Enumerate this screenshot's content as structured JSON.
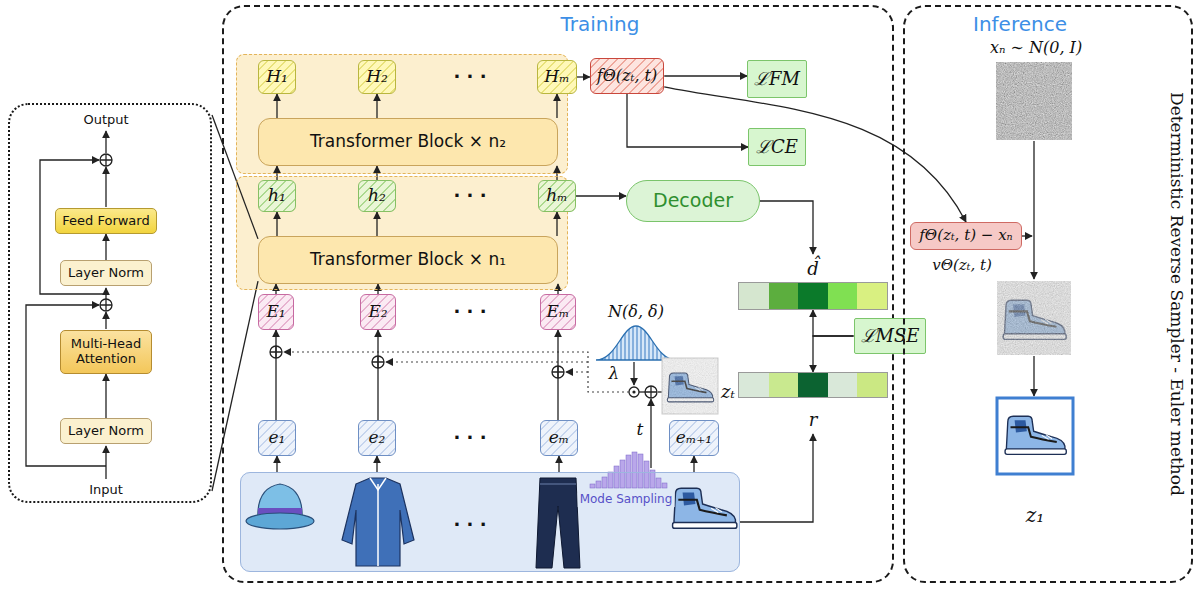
{
  "diagram": {
    "nodes": [
      {
        "text": [
          "Output",
          "Input"
        ]
      },
      {
        "text": [
          "Feed Forward"
        ],
        "in": 0
      },
      {
        "text": [
          "Layer Norm"
        ],
        "in": 0
      },
      {
        "text": [
          "Multi-Head Attention"
        ],
        "in": 0
      },
      {
        "text": [
          "Layer Norm"
        ],
        "in": 0
      },
      {
        "text": [
          "Training"
        ]
      },
      {
        "text": [
          "· · ·"
        ],
        "in": 5
      },
      {
        "text": [
          "H₁"
        ],
        "in": 6
      },
      {
        "text": [
          "H₂"
        ],
        "in": 6
      },
      {
        "text": [
          "Hₘ"
        ],
        "in": 6
      },
      {
        "text": [
          "Transformer Block × n₂"
        ],
        "in": 6
      },
      {
        "text": [
          "· · ·"
        ],
        "in": 5
      },
      {
        "text": [
          "h₁"
        ],
        "in": 11
      },
      {
        "text": [
          "h₂"
        ],
        "in": 11
      },
      {
        "text": [
          "hₘ"
        ],
        "in": 11
      },
      {
        "text": [
          "Transformer Block × n₁"
        ],
        "in": 11
      },
      {
        "text": [
          "fΘ(zₜ, t)"
        ],
        "in": 5
      },
      {
        "text": [
          "ℒFM"
        ],
        "in": 5
      },
      {
        "text": [
          "ℒCE"
        ],
        "in": 5
      },
      {
        "text": [
          "Decoder"
        ],
        "in": 5
      },
      {
        "text": [
          "d̂"
        ],
        "in": 5
      },
      {
        "text": [
          "ℒMSE"
        ],
        "in": 5
      },
      {
        "text": [
          "E₁"
        ],
        "in": 5
      },
      {
        "text": [
          "E₂"
        ],
        "in": 5
      },
      {
        "text": [
          "Eₘ"
        ],
        "in": 5
      },
      {
        "text": [
          "zₜ"
        ],
        "in": 5
      },
      {
        "text": [
          "r"
        ],
        "in": 5
      },
      {
        "text": [
          "e₁"
        ],
        "in": 5
      },
      {
        "text": [
          "e₂"
        ],
        "in": 5
      },
      {
        "text": [
          "eₘ"
        ],
        "in": 5
      },
      {
        "text": [
          "eₘ₊₁"
        ],
        "in": 5
      },
      {
        "text": [
          "· · ·"
        ],
        "in": 5
      },
      {
        "text": [
          "Inference",
          "Deterministic Reverse Sampler - Euler method"
        ]
      },
      {
        "text": [
          "xₙ ∼ N(0, I)"
        ],
        "in": 32
      },
      {
        "text": [
          "fΘ(zₜ, t) − xₙ",
          "vΘ(zₜ, t)"
        ],
        "in": 32
      },
      {
        "text": [
          "z₁"
        ],
        "in": 32
      }
    ],
    "edges": [
      {
        "from": 0,
        "to": 15,
        "arrow": "none"
      },
      {
        "from": 0,
        "to": 15,
        "arrow": "none"
      },
      {
        "from": 27,
        "to": 22,
        "arrow": "to"
      },
      {
        "from": 28,
        "to": 23,
        "arrow": "to"
      },
      {
        "from": 29,
        "to": 24,
        "arrow": "to"
      },
      {
        "from": 22,
        "to": 15,
        "arrow": "to"
      },
      {
        "from": 23,
        "to": 15,
        "arrow": "to"
      },
      {
        "from": 24,
        "to": 15,
        "arrow": "to"
      },
      {
        "from": 15,
        "to": 12,
        "arrow": "to"
      },
      {
        "from": 15,
        "to": 13,
        "arrow": "to"
      },
      {
        "from": 15,
        "to": 14,
        "arrow": "to"
      },
      {
        "from": 12,
        "to": 10,
        "arrow": "to"
      },
      {
        "from": 13,
        "to": 10,
        "arrow": "to"
      },
      {
        "from": 14,
        "to": 10,
        "arrow": "to"
      },
      {
        "from": 10,
        "to": 7,
        "arrow": "to"
      },
      {
        "from": 10,
        "to": 8,
        "arrow": "to"
      },
      {
        "from": 10,
        "to": 9,
        "arrow": "to"
      },
      {
        "from": 9,
        "to": 16,
        "arrow": "to"
      },
      {
        "from": 16,
        "to": 17,
        "arrow": "to"
      },
      {
        "from": 16,
        "to": 18,
        "arrow": "to"
      },
      {
        "from": 16,
        "to": 34,
        "arrow": "to"
      },
      {
        "from": 14,
        "to": 19,
        "arrow": "to"
      },
      {
        "from": 19,
        "to": 20,
        "arrow": "to"
      },
      {
        "from": 21,
        "to": 20,
        "arrow": "to"
      },
      {
        "from": 21,
        "to": 26,
        "arrow": "to"
      },
      {
        "from": 31,
        "to": 26,
        "arrow": "to"
      },
      {
        "from": 31,
        "to": 27,
        "arrow": "to"
      },
      {
        "from": 31,
        "to": 28,
        "arrow": "to"
      },
      {
        "from": 31,
        "to": 29,
        "arrow": "to"
      },
      {
        "from": 31,
        "to": 30,
        "arrow": "to"
      },
      {
        "from": 4,
        "to": 3,
        "arrow": "to"
      },
      {
        "from": 2,
        "to": 1,
        "arrow": "to"
      }
    ],
    "labels": [
      "· · ·",
      "· · ·",
      "N(δ, δ)",
      "λ",
      "t",
      "Mode Sampling"
    ]
  }
}
